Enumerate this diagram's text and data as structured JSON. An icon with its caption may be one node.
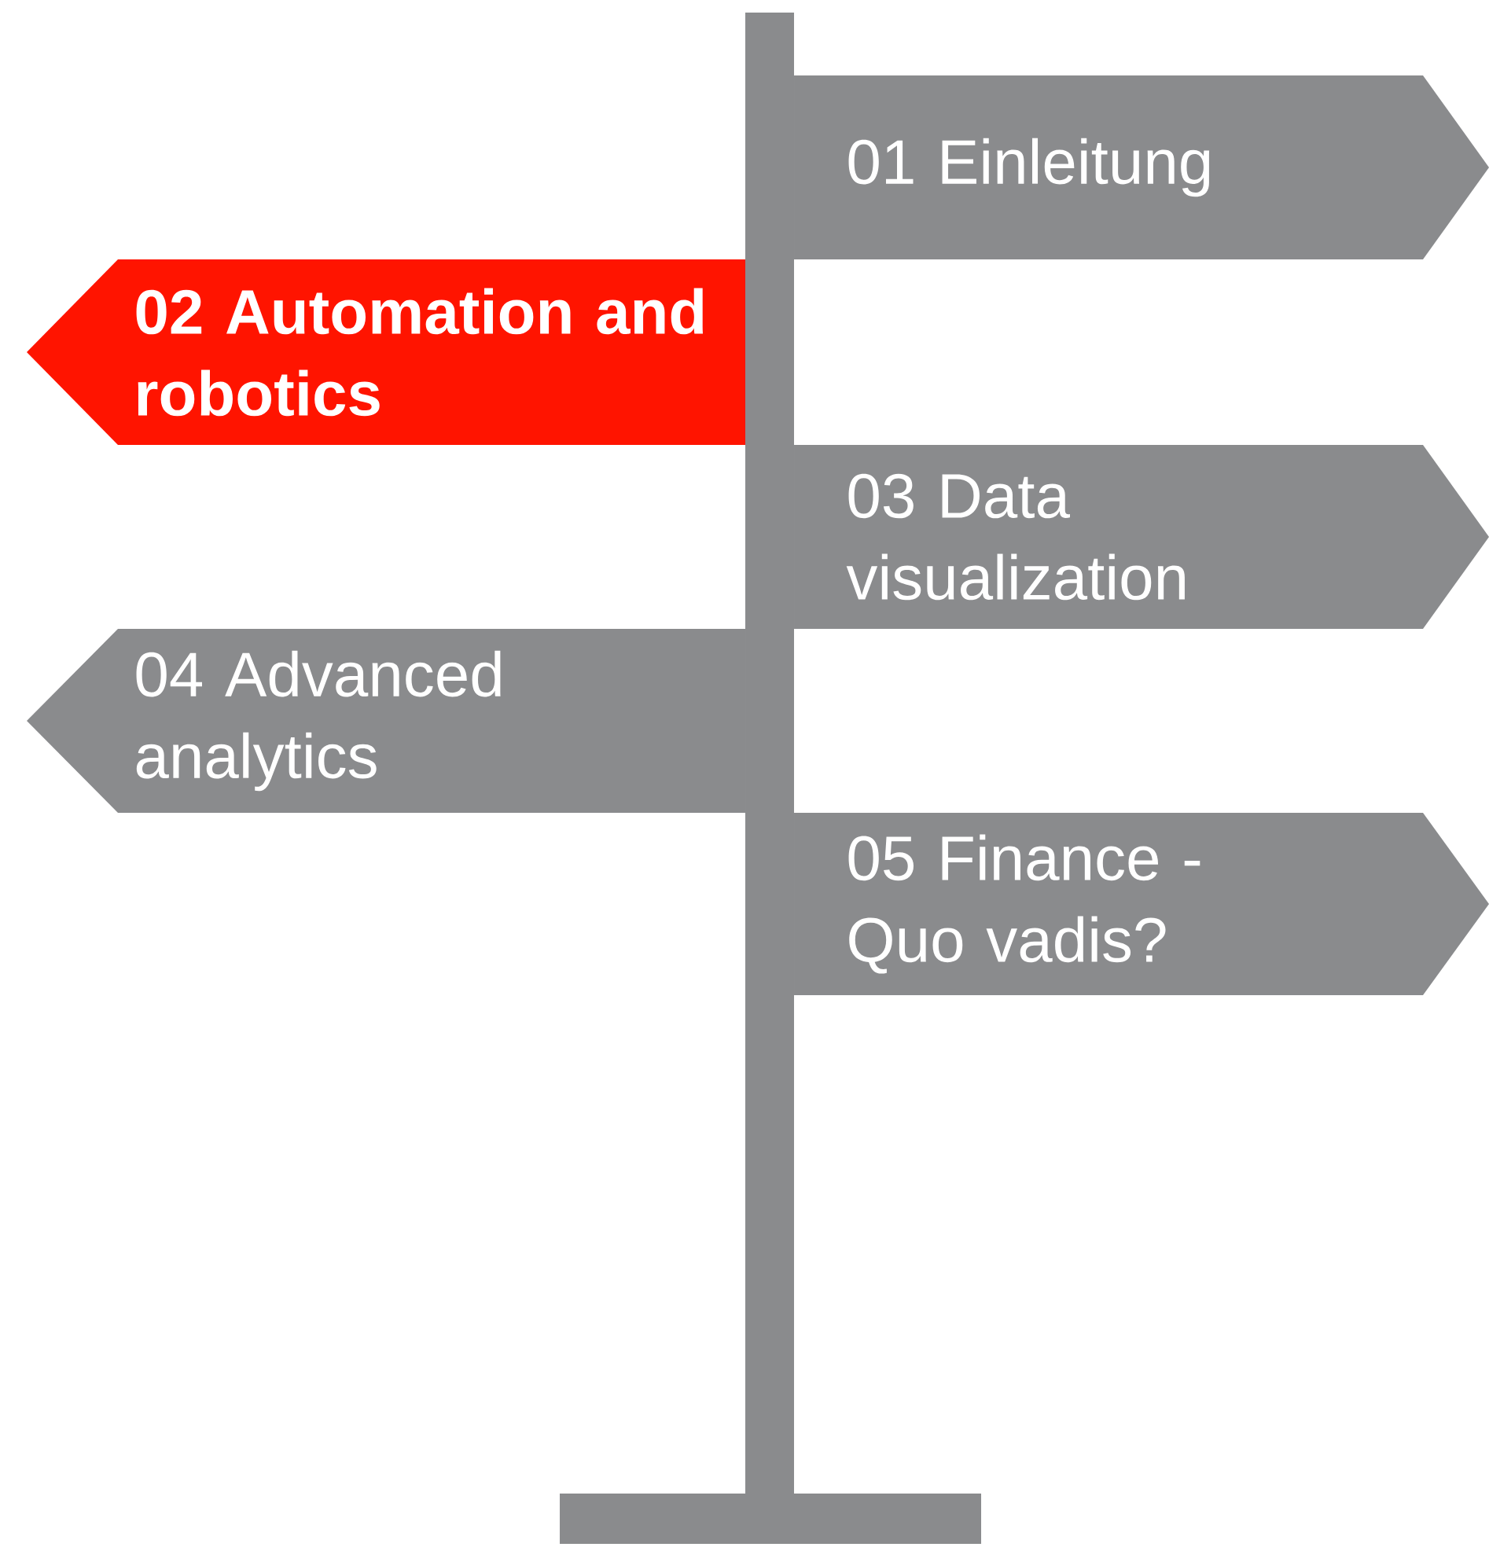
{
  "diagram": {
    "nodes": [
      {
        "text": [
          "01 Einleitung"
        ]
      },
      {
        "text": [
          "02 Automation and robotics"
        ]
      },
      {
        "text": [
          "03 Data visualization"
        ]
      },
      {
        "text": [
          "04 Advanced analytics"
        ]
      },
      {
        "text": [
          "05 Finance - Quo vadis?"
        ]
      }
    ]
  }
}
